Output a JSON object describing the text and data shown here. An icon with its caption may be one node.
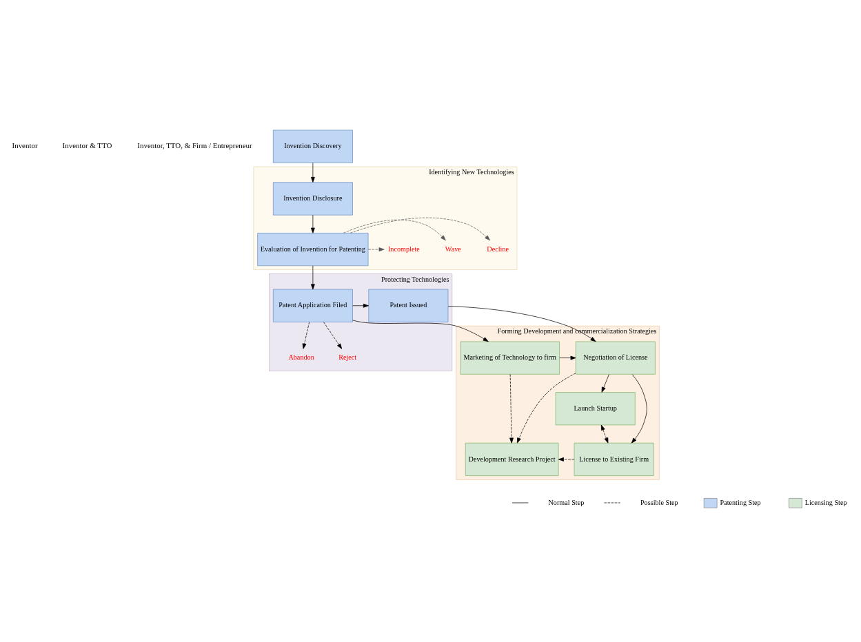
{
  "diagram": {
    "nodes": [
      {
        "text": [
          "Identifying New Technologies"
        ]
      },
      {
        "text": [
          "Protecting Technologies"
        ]
      },
      {
        "text": [
          "Forming Development and commercialization Strategies"
        ]
      },
      {
        "text": [
          "Invention Discovery"
        ]
      },
      {
        "text": [
          "Invention Disclosure"
        ],
        "in": 0
      },
      {
        "text": [
          "Evaluation of Invention for Patenting"
        ],
        "in": 0
      },
      {
        "text": [
          "Wave"
        ],
        "in": 0
      },
      {
        "text": [
          "Incomplete"
        ],
        "in": 0
      },
      {
        "text": [
          "Decline"
        ],
        "in": 0
      },
      {
        "text": [
          "Abandon"
        ],
        "in": 1
      },
      {
        "text": [
          "Reject"
        ],
        "in": 1
      },
      {
        "text": [
          "Patent Application Filed"
        ],
        "in": 1
      },
      {
        "text": [
          "Patent Issued"
        ],
        "in": 1
      },
      {
        "text": [
          "Marketing of Technology to firm"
        ],
        "in": 2
      },
      {
        "text": [
          "Negotiation of License"
        ],
        "in": 2
      },
      {
        "text": [
          "Launch Startup"
        ],
        "in": 2
      },
      {
        "text": [
          "License to Existing Firm"
        ],
        "in": 2
      },
      {
        "text": [
          "Development Research Project"
        ],
        "in": 2
      }
    ],
    "edges": [
      {
        "from": 3,
        "to": 4,
        "arrow": "to"
      },
      {
        "from": 4,
        "to": 5,
        "arrow": "to"
      },
      {
        "from": 5,
        "to": 6,
        "arrow": "to",
        "style": "dashed",
        "color": "#595959"
      },
      {
        "from": 5,
        "to": 7,
        "arrow": "to",
        "style": "dashed",
        "color": "#595959"
      },
      {
        "from": 5,
        "to": 8,
        "arrow": "to",
        "style": "dashed",
        "color": "#595959"
      },
      {
        "from": 5,
        "to": 11,
        "arrow": "to"
      },
      {
        "from": 11,
        "to": 12,
        "arrow": "to"
      },
      {
        "from": 11,
        "to": 9,
        "arrow": "to",
        "style": "dashed"
      },
      {
        "from": 11,
        "to": 10,
        "arrow": "to",
        "style": "dashed"
      },
      {
        "from": 11,
        "to": 13,
        "arrow": "to"
      },
      {
        "from": 12,
        "to": 14,
        "arrow": "to"
      },
      {
        "from": 13,
        "to": 14,
        "arrow": "to"
      },
      {
        "from": 14,
        "to": 15,
        "arrow": "to"
      },
      {
        "from": 14,
        "to": 16,
        "arrow": "to"
      },
      {
        "from": 14,
        "to": 17,
        "arrow": "to",
        "style": "dashed"
      },
      {
        "from": 13,
        "to": 17,
        "arrow": "to",
        "style": "dashed"
      },
      {
        "from": 15,
        "to": 16,
        "arrow": "both",
        "style": "dashed"
      },
      {
        "from": 16,
        "to": 17,
        "arrow": "to",
        "style": "dashed"
      }
    ],
    "labels": [
      "Inventor",
      "Inventor & TTO",
      "Inventor, TTO, & Firm / Entrepreneur"
    ],
    "legend": [
      {
        "text": "Normal Step"
      },
      {
        "text": "Possible Step"
      },
      {
        "text": "Patenting Step",
        "color": "#c0d6f5"
      },
      {
        "text": "Licensing Step",
        "color": "#d5e8d4"
      }
    ]
  }
}
